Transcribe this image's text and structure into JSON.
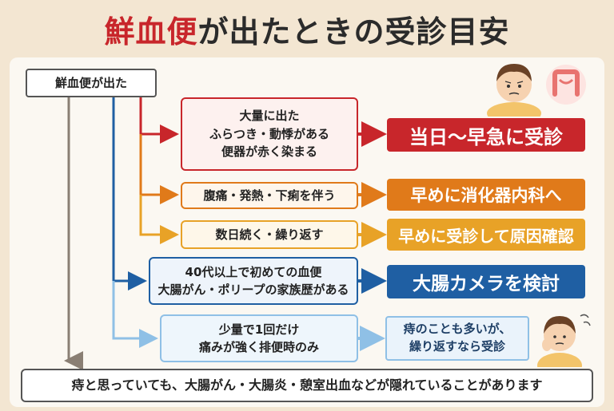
{
  "title": {
    "accent": "鮮血便",
    "rest": "が出たときの受診目安"
  },
  "start": "鮮血便が出た",
  "conditions": [
    {
      "lines": [
        "大量に出た",
        "ふらつき・動悸がある",
        "便器が赤く染まる"
      ]
    },
    {
      "lines": [
        "腹痛・発熱・下痢を伴う"
      ]
    },
    {
      "lines": [
        "数日続く・繰り返す"
      ]
    },
    {
      "lines": [
        "40代以上で初めての血便",
        "大腸がん・ポリープの家族歴がある"
      ]
    },
    {
      "lines": [
        "少量で1回だけ",
        "痛みが強く排便時のみ"
      ]
    }
  ],
  "actions": [
    {
      "lines": [
        "当日〜早急に受診"
      ]
    },
    {
      "lines": [
        "早めに消化器内科へ"
      ]
    },
    {
      "lines": [
        "早めに受診して原因確認"
      ]
    },
    {
      "lines": [
        "大腸カメラを検討"
      ]
    },
    {
      "lines": [
        "痔のことも多いが、",
        "繰り返すなら受診"
      ]
    }
  ],
  "bottom_note": "痔と思っていても、大腸がん・大腸炎・憩室出血などが隠れていることがあります",
  "colors": {
    "red": "#c8262b",
    "orange": "#e07a1a",
    "amber": "#e8a227",
    "blue": "#1f5fa3",
    "light_blue": "#8fc0e6",
    "gray": "#8a7f74"
  }
}
